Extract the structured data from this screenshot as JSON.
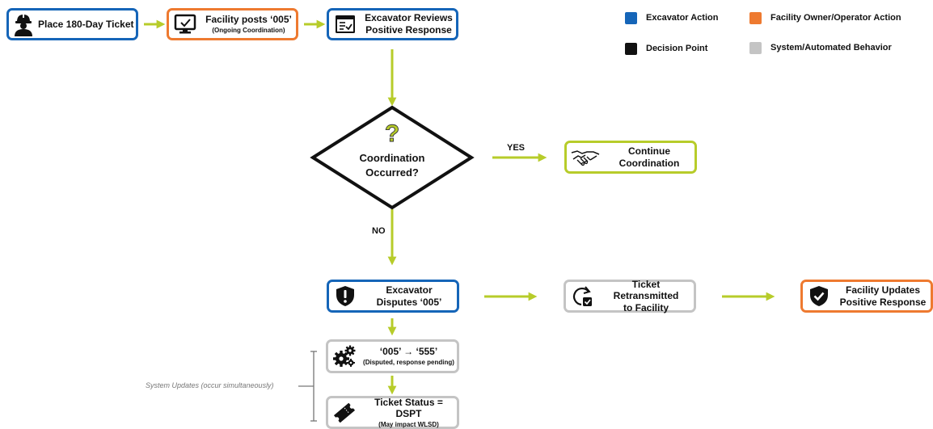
{
  "colors": {
    "excavator": "#1565b8",
    "facility": "#ee7a30",
    "decision": "#111111",
    "system": "#c4c4c4",
    "arrow": "#b7cc2a"
  },
  "legend": [
    {
      "label": "Excavator Action",
      "color": "#1565b8"
    },
    {
      "label": "Facility Owner/Operator Action",
      "color": "#ee7a30"
    },
    {
      "label": "Decision Point",
      "color": "#111111"
    },
    {
      "label": "System/Automated Behavior",
      "color": "#c4c4c4"
    }
  ],
  "nodes": {
    "place_ticket": {
      "title": "Place 180-Day Ticket",
      "icon": "worker-icon"
    },
    "facility_posts": {
      "title": "Facility posts ‘005’",
      "subtitle": "(Ongoing Coordination)",
      "icon": "monitor-check-icon"
    },
    "excavator_reviews": {
      "title_line1": "Excavator Reviews",
      "title_line2": "Positive Response",
      "icon": "checklist-window-icon"
    },
    "decision": {
      "line1": "Coordination",
      "line2": "Occurred?",
      "icon": "question-icon"
    },
    "continue": {
      "line1": "Continue",
      "line2": "Coordination",
      "icon": "handshake-icon"
    },
    "disputes": {
      "line1": "Excavator",
      "line2": "Disputes ‘005’",
      "icon": "shield-alert-icon"
    },
    "retransmitted": {
      "line1": "Ticket Retransmitted",
      "line2": "to Facility",
      "icon": "refresh-check-icon"
    },
    "facility_updates": {
      "line1": "Facility Updates",
      "line2": "Positive Response",
      "icon": "shield-check-icon"
    },
    "code_change": {
      "title": "‘005’ → ‘555’",
      "subtitle": "(Disputed, response pending)",
      "icon": "gears-icon"
    },
    "ticket_status": {
      "title": "Ticket Status = DSPT",
      "subtitle": "(May impact WLSD)",
      "icon": "ticket-icon"
    }
  },
  "labels": {
    "yes": "YES",
    "no": "NO"
  },
  "system_note": "System Updates (occur simultaneously)"
}
